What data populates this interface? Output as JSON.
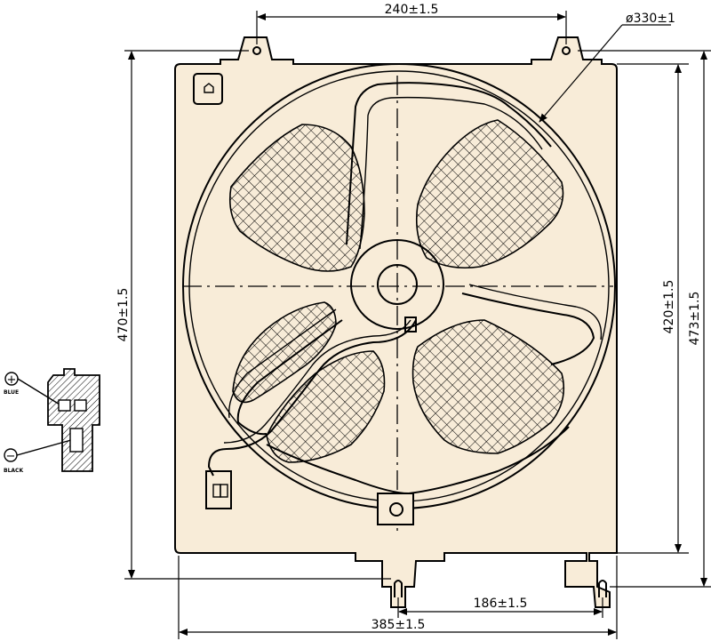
{
  "dimensions": {
    "top_hole_spacing": "240±1.5",
    "fan_diameter": "ø330±1",
    "overall_height": "470±1.5",
    "shroud_height": "420±1.5",
    "mount_height": "473±1.5",
    "bottom_hole_spacing": "186±1.5",
    "overall_width": "385±1.5"
  },
  "connector": {
    "positive_symbol": "+",
    "positive_label": "BLUE",
    "negative_symbol": "−",
    "negative_label": "BLACK"
  },
  "colors": {
    "line": "#000000",
    "shroud_fill": "#f8ecd8",
    "hatch": "#000000",
    "background": "#ffffff"
  }
}
